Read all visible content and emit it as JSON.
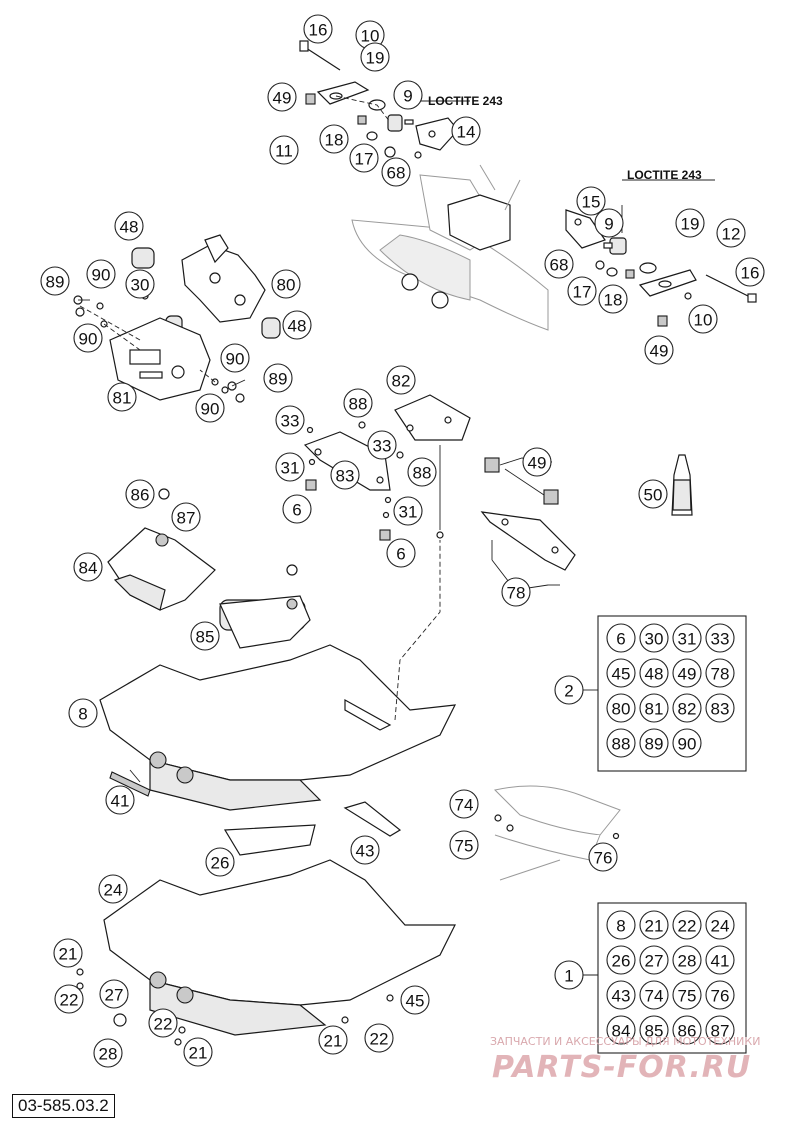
{
  "drawing": {
    "id": "03-585.03.2"
  },
  "annotations": [
    {
      "key": "loctite-top",
      "text": "LOCTITE 243"
    },
    {
      "key": "loctite-right",
      "text": "LOCTITE 243"
    }
  ],
  "callouts": [
    {
      "key": "c16a",
      "label": "16"
    },
    {
      "key": "c10a",
      "label": "10"
    },
    {
      "key": "c19a",
      "label": "19"
    },
    {
      "key": "c49a",
      "label": "49"
    },
    {
      "key": "c9a",
      "label": "9"
    },
    {
      "key": "c11",
      "label": "11"
    },
    {
      "key": "c18a",
      "label": "18"
    },
    {
      "key": "c14",
      "label": "14"
    },
    {
      "key": "c17a",
      "label": "17"
    },
    {
      "key": "c68a",
      "label": "68"
    },
    {
      "key": "c15",
      "label": "15"
    },
    {
      "key": "c9b",
      "label": "9"
    },
    {
      "key": "c19b",
      "label": "19"
    },
    {
      "key": "c12",
      "label": "12"
    },
    {
      "key": "c68b",
      "label": "68"
    },
    {
      "key": "c16b",
      "label": "16"
    },
    {
      "key": "c17b",
      "label": "17"
    },
    {
      "key": "c18b",
      "label": "18"
    },
    {
      "key": "c10b",
      "label": "10"
    },
    {
      "key": "c49b",
      "label": "49"
    },
    {
      "key": "c48a",
      "label": "48"
    },
    {
      "key": "c89a",
      "label": "89"
    },
    {
      "key": "c90a",
      "label": "90"
    },
    {
      "key": "c30",
      "label": "30"
    },
    {
      "key": "c80",
      "label": "80"
    },
    {
      "key": "c90b",
      "label": "90"
    },
    {
      "key": "c48b",
      "label": "48"
    },
    {
      "key": "c90c",
      "label": "90"
    },
    {
      "key": "c89b",
      "label": "89"
    },
    {
      "key": "c81",
      "label": "81"
    },
    {
      "key": "c90d",
      "label": "90"
    },
    {
      "key": "c82",
      "label": "82"
    },
    {
      "key": "c88a",
      "label": "88"
    },
    {
      "key": "c33a",
      "label": "33"
    },
    {
      "key": "c33b",
      "label": "33"
    },
    {
      "key": "c31a",
      "label": "31"
    },
    {
      "key": "c83",
      "label": "83"
    },
    {
      "key": "c88b",
      "label": "88"
    },
    {
      "key": "c49c",
      "label": "49"
    },
    {
      "key": "c6a",
      "label": "6"
    },
    {
      "key": "c86",
      "label": "86"
    },
    {
      "key": "c87",
      "label": "87"
    },
    {
      "key": "c31b",
      "label": "31"
    },
    {
      "key": "c6b",
      "label": "6"
    },
    {
      "key": "c50",
      "label": "50"
    },
    {
      "key": "c84",
      "label": "84"
    },
    {
      "key": "c78",
      "label": "78"
    },
    {
      "key": "c85",
      "label": "85"
    },
    {
      "key": "c2",
      "label": "2"
    },
    {
      "key": "c8",
      "label": "8"
    },
    {
      "key": "c41",
      "label": "41"
    },
    {
      "key": "c74",
      "label": "74"
    },
    {
      "key": "c75",
      "label": "75"
    },
    {
      "key": "c76",
      "label": "76"
    },
    {
      "key": "c43",
      "label": "43"
    },
    {
      "key": "c26",
      "label": "26"
    },
    {
      "key": "c24",
      "label": "24"
    },
    {
      "key": "c1",
      "label": "1"
    },
    {
      "key": "c21a",
      "label": "21"
    },
    {
      "key": "c22a",
      "label": "22"
    },
    {
      "key": "c27",
      "label": "27"
    },
    {
      "key": "c22b",
      "label": "22"
    },
    {
      "key": "c45",
      "label": "45"
    },
    {
      "key": "c21b",
      "label": "21"
    },
    {
      "key": "c22c",
      "label": "22"
    },
    {
      "key": "c28",
      "label": "28"
    },
    {
      "key": "c21c",
      "label": "21"
    }
  ],
  "kits": [
    {
      "label": "2",
      "items": [
        "6",
        "30",
        "31",
        "33",
        "45",
        "48",
        "49",
        "78",
        "80",
        "81",
        "82",
        "83",
        "88",
        "89",
        "90"
      ]
    },
    {
      "label": "1",
      "items": [
        "8",
        "21",
        "22",
        "24",
        "26",
        "27",
        "28",
        "41",
        "43",
        "74",
        "75",
        "76",
        "84",
        "85",
        "86",
        "87"
      ]
    }
  ],
  "watermark": {
    "tagline": "ЗАПЧАСТИ И АКСЕССУАРЫ ДЛЯ МОТОТЕХНИКИ",
    "brand": "PARTS-FOR.RU"
  }
}
